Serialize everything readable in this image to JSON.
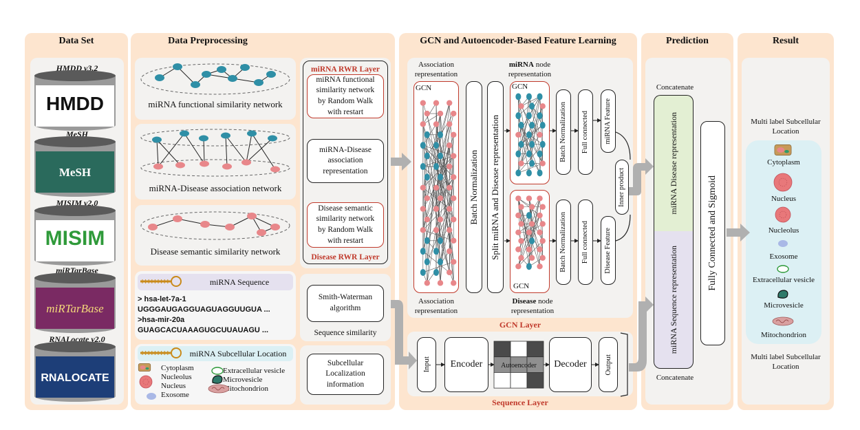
{
  "colors": {
    "panel": "#fde5cf",
    "inner": "#f3f2f0",
    "mirna": "#2f8fa6",
    "disease": "#e8878a",
    "red": "#c0392b",
    "arrow": "#b0b0b0",
    "green": "#e3efd3",
    "lilac": "#e5e1ef",
    "cyan": "#dcf0f4"
  },
  "panels": {
    "dataset": "Data Set",
    "preprocessing": "Data Preprocessing",
    "gcn": "GCN and Autoencoder-Based Feature Learning",
    "prediction": "Prediction",
    "result": "Result"
  },
  "databases": [
    {
      "title": "HMDD v3.2",
      "logo": "HMDD"
    },
    {
      "title": "MeSH",
      "logo": "MeSH"
    },
    {
      "title": "MISIM v2.0",
      "logo": "MISIM"
    },
    {
      "title": "miRTarBase",
      "logo": "miRTarBase"
    },
    {
      "title": "RNALocate v2.0",
      "logo": "RNALOCATE"
    }
  ],
  "preprocessing": {
    "net1": "miRNA functional similarity network",
    "net2": "miRNA-Disease association network",
    "net3": "Disease semantic similarity network",
    "seq_title": "miRNA Sequence",
    "seq_lines": [
      "> hsa-let-7a-1",
      "UGGGAUGAGGUAGUAGGUUGUA ...",
      ">hsa-mir-20a",
      "GUAGCACUAAAGUGCUUAUAGU ..."
    ],
    "loc_title": "miRNA Subcellular Location",
    "loc_items": [
      "Cytoplasm",
      "Nucleolus",
      "Nucleus",
      "Exosome",
      "Extracellular vesicle",
      "Microvesicle",
      "Mitochondrion"
    ],
    "mirna_rwr": "miRNA RWR Layer",
    "mirna_rwr_box": "miRNA functional similarity network by Random Walk with restart",
    "assoc_box": "miRNA-Disease association representation",
    "disease_rwr_box": "Disease semantic similarity network by Random Walk with restart",
    "disease_rwr": "Disease RWR Layer",
    "sw_box": "Smith-Waterman algorithm",
    "seq_sim": "Sequence similarity",
    "subcell_box": "Subcellular Localization information"
  },
  "gcn": {
    "assoc_rep_top": "Association representation",
    "assoc_rep_bottom": "Association representation",
    "gcn_label": "GCN",
    "mirna_node_bold": "miRNA",
    "mirna_node_rest": "node representation",
    "disease_node_bold": "Disease",
    "disease_node_rest": "node representation",
    "batch_norm": "Batch Normalization",
    "split": "Split miRNA and Disease representation",
    "full_connected": "Full connected",
    "mirna_feature": "miRNA Feature",
    "disease_feature": "Disease Feature",
    "inner_product": "Inner product",
    "gcn_layer": "GCN Layer",
    "input": "Input",
    "encoder": "Encoder",
    "autoencoder": "Autoencoder",
    "decoder": "Decoder",
    "output": "Output",
    "sequence_layer": "Sequence Layer"
  },
  "prediction": {
    "concat_top": "Concatenate",
    "concat_bottom": "Concatenate",
    "disease_rep": "miRNA Disease representation",
    "seq_rep": "miRNA Sequence representation",
    "fc_sigmoid": "Fully Connected and Sigmoid"
  },
  "result": {
    "top_label": "Multi label Subcellular Location",
    "bottom_label": "Multi label Subcellular Location",
    "items": [
      "Cytoplasm",
      "Nucleus",
      "Nucleolus",
      "Exosome",
      "Extracellular vesicle",
      "Microvesicle",
      "Mitochondrion"
    ]
  }
}
